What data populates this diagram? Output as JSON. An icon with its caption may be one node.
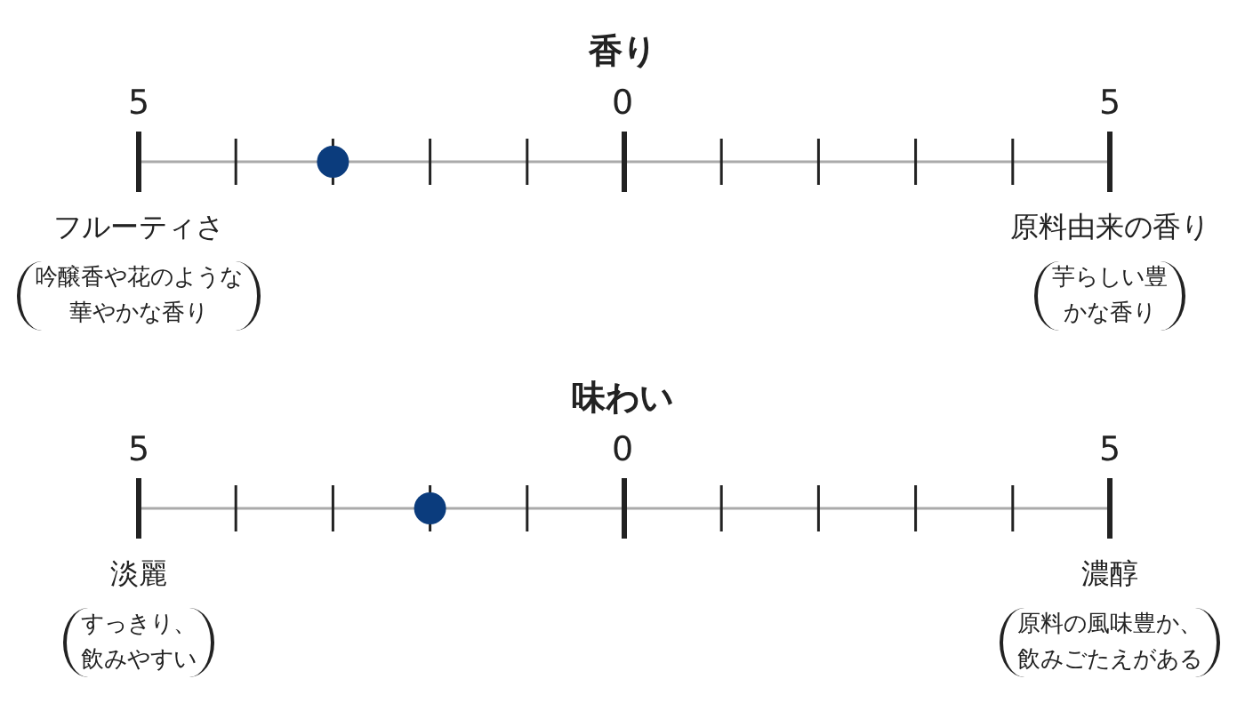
{
  "diagram": {
    "labels": [
      "香り",
      "5",
      "0",
      "5",
      "フルーティさ",
      "原料由来の香り",
      "吟醸香や花のような華やかな香り",
      "芋らしい豊かな香り",
      "味わい",
      "5",
      "0",
      "5",
      "淡麗",
      "濃醇",
      "すっきり、飲みやすい",
      "原料の風味豊か、飲みごたえがある"
    ]
  }
}
